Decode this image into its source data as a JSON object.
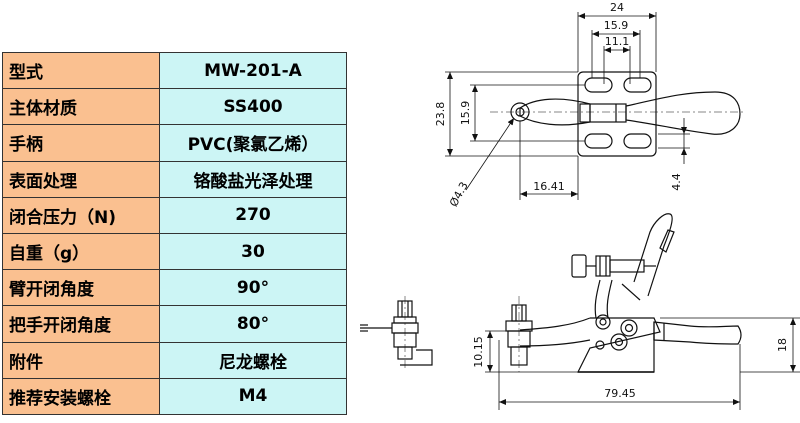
{
  "spec_table": {
    "rows": [
      {
        "label": "型式",
        "value": "MW-201-A"
      },
      {
        "label": "主体材质",
        "value": "SS400"
      },
      {
        "label": "手柄",
        "value": "PVC(聚氯乙烯）"
      },
      {
        "label": "表面处理",
        "value": "铬酸盐光泽处理"
      },
      {
        "label": "闭合压力（N)",
        "value": "270"
      },
      {
        "label": "自重（g）",
        "value": "30"
      },
      {
        "label": "臂开闭角度",
        "value": "90°"
      },
      {
        "label": "把手开闭角度",
        "value": "80°"
      },
      {
        "label": "附件",
        "value": "尼龙螺栓"
      },
      {
        "label": "推荐安装螺栓",
        "value": "M4"
      }
    ],
    "colors": {
      "label_bg": "#fac090",
      "value_bg": "#ccf5f5",
      "border": "#333333"
    }
  },
  "drawing": {
    "top_view": {
      "dim_width_total": "24",
      "dim_hole_pitch_outer": "15.9",
      "dim_hole_pitch_inner": "11.1",
      "dim_height_total": "23.8",
      "dim_height_pitch": "15.9",
      "dim_spindle_offset": "16.41",
      "dim_hole_width": "4.4",
      "dim_spindle_hole": "Ø4.3"
    },
    "side_view": {
      "dim_spindle_height": "10.15",
      "dim_overall_length": "79.45",
      "dim_overall_height": "18"
    }
  }
}
